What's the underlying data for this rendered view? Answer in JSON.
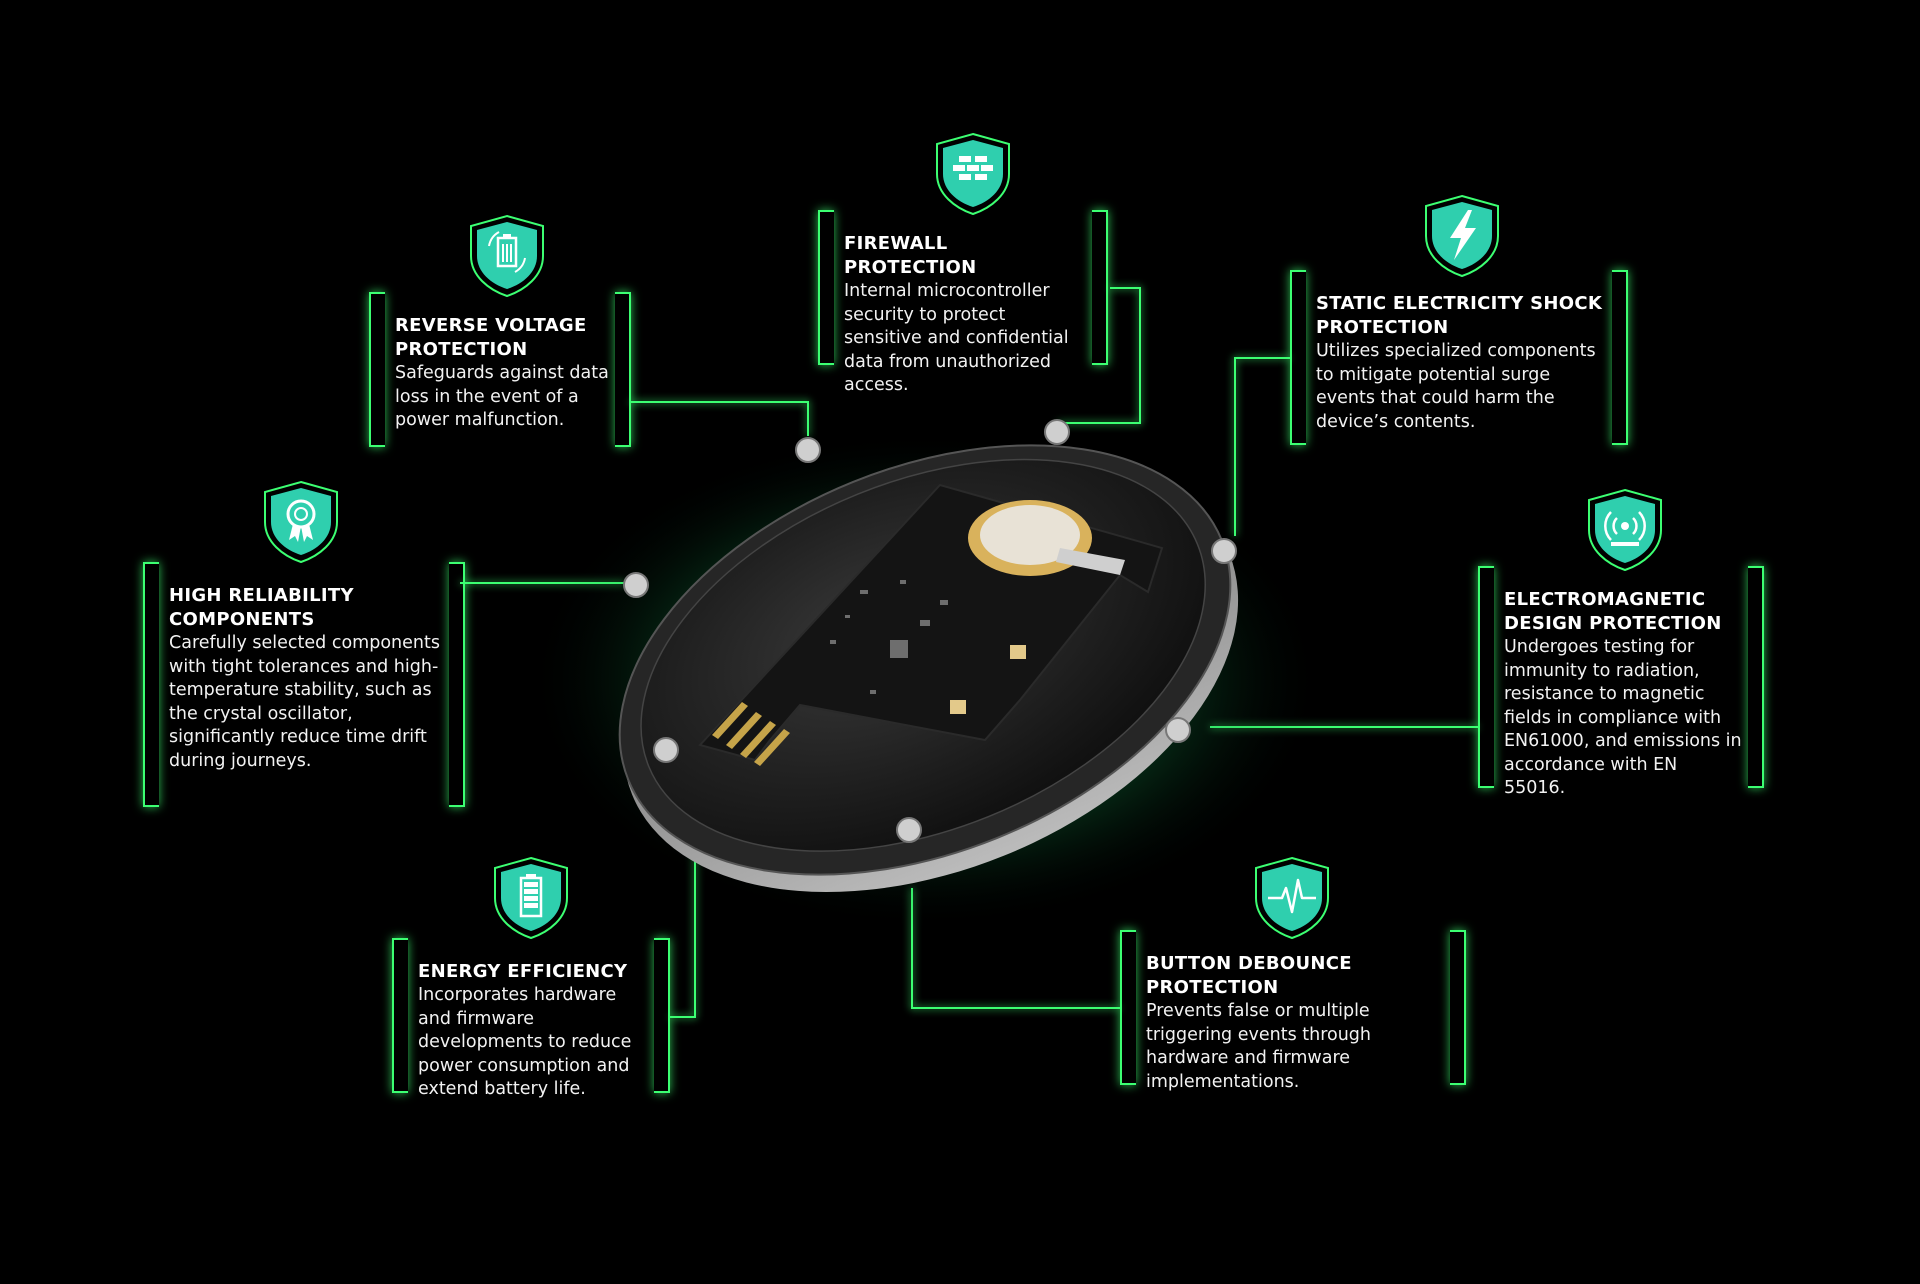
{
  "features": [
    {
      "id": "firewall",
      "title": "FIREWALL PROTECTION",
      "description": "Internal microcontroller security to protect sensitive and confidential data from unauthorized access.",
      "icon": "firewall-icon"
    },
    {
      "id": "reverse-voltage",
      "title": "REVERSE VOLTAGE PROTECTION",
      "description": "Safeguards against data loss in the event of a power malfunction.",
      "icon": "battery-cycle-icon"
    },
    {
      "id": "static",
      "title": "STATIC ELECTRICITY SHOCK PROTECTION",
      "description": "Utilizes specialized components to mitigate potential surge events that could harm the device’s contents.",
      "icon": "lightning-icon"
    },
    {
      "id": "high-reliability",
      "title": "HIGH RELIABILITY COMPONENTS",
      "description": "Carefully selected components with tight tolerances and high-temperature stability, such as the crystal oscillator, significantly reduce time drift during journeys.",
      "icon": "award-badge-icon"
    },
    {
      "id": "electromagnetic",
      "title": "ELECTROMAGNETIC DESIGN PROTECTION",
      "description": "Undergoes testing for immunity to radiation, resistance to magnetic fields in compliance with EN61000, and emissions in accordance with EN 55016.",
      "icon": "signal-waves-icon"
    },
    {
      "id": "energy",
      "title": "ENERGY EFFICIENCY",
      "description": "Incorporates hardware and firmware developments to reduce power consumption and extend battery life.",
      "icon": "battery-full-icon"
    },
    {
      "id": "debounce",
      "title": "BUTTON DEBOUNCE PROTECTION",
      "description": "Prevents false or multiple triggering events through hardware and firmware implementations.",
      "icon": "heartbeat-icon"
    }
  ],
  "colors": {
    "accent": "#3cff72",
    "shield": "#2fcfae",
    "background": "#000000"
  }
}
